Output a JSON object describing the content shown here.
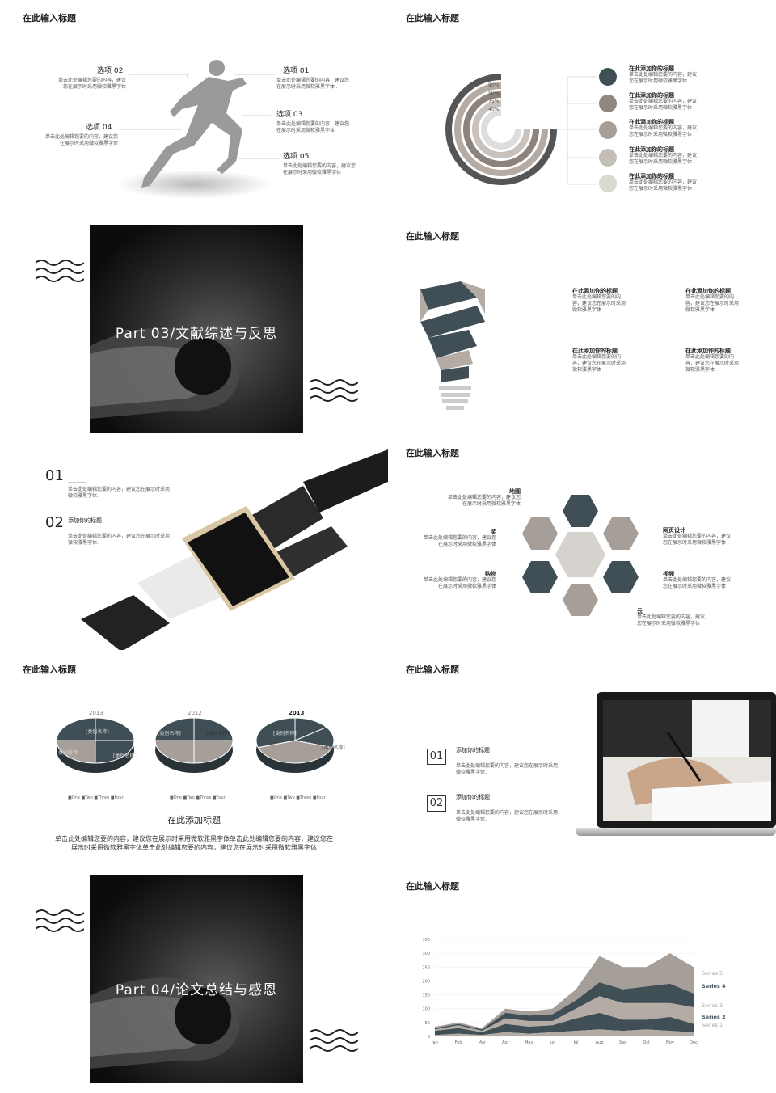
{
  "slide1": {
    "title": "在此输入标题",
    "options": [
      {
        "label": "选项 01",
        "text1": "单击此处编辑您要的内容，建议您",
        "text2": "在展示时采用微软雅黑字体 ."
      },
      {
        "label": "选项 02",
        "text1": "单击此处编辑您要的内容，建议",
        "text2": "您在展示时采用微软雅黑字体"
      },
      {
        "label": "选项 03",
        "text1": "单击此处编辑您要的内容，建议您",
        "text2": "在展示时采用微软雅黑字体"
      },
      {
        "label": "选项 04",
        "text1": "单击此处编辑您要的内容，建议您",
        "text2": "在展示时采用微软雅黑字体"
      },
      {
        "label": "选项 05",
        "text1": "单击此处编辑您要的内容，建议您",
        "text2": "在展示时采用微软雅黑字体"
      }
    ]
  },
  "slide2": {
    "title": "在此输入标题",
    "percents": [
      "70%",
      "90%",
      "50%",
      "75%",
      "40%"
    ],
    "items": [
      {
        "title": "在此添加你的标题",
        "text1": "单击此处编辑您要的内容，建议",
        "text2": "您在展示时用微软雅黑字体"
      },
      {
        "title": "在此添加你的标题",
        "text1": "单击此处编辑您要的内容，建议",
        "text2": "您在展示时采用微软雅黑字体"
      },
      {
        "title": "在此添加你的标题",
        "text1": "单击此处编辑您要的内容，建议",
        "text2": "您在展示时采用微软雅黑字体"
      },
      {
        "title": "在此添加你的标题",
        "text1": "单击此处编辑您要的内容，建议",
        "text2": "您在展示时采用微软雅黑字体"
      },
      {
        "title": "在此添加你的标题",
        "text1": "单击此处编辑您要的内容，建议",
        "text2": "您在展示时采用微软雅黑字体"
      }
    ]
  },
  "slide3": {
    "part": "Part  03/文献综述与反思"
  },
  "slide4": {
    "title": "在此输入标题",
    "blocks": [
      {
        "title": "在此添加你的标题",
        "l1": "单击此处编辑您要的内",
        "l2": "容，建议您在展示时采用",
        "l3": "微软雅黑字体"
      },
      {
        "title": "在此添加你的标题",
        "l1": "单击此处编辑您要的内",
        "l2": "容，建议您在展示时采用",
        "l3": "微软雅黑字体"
      },
      {
        "title": "在此添加你的标题",
        "l1": "单击此处编辑您要的内",
        "l2": "容，建议您在展示时采用",
        "l3": "微软雅黑字体"
      },
      {
        "title": "在此添加你的标题",
        "l1": "单击此处编辑您要的内",
        "l2": "容，建议您在展示时采用",
        "l3": "微软雅黑字体"
      }
    ]
  },
  "slide5": {
    "n1": "01",
    "t1a": "单击此处编辑您要的内容，建议您在展示时采用",
    "t1b": "微软雅黑字体.",
    "n2": "02",
    "h2": "添加你的标题",
    "t2a": "单击此处编辑您要的内容，建议您在展示时采用",
    "t2b": "微软雅黑字体."
  },
  "slide6": {
    "title": "在此输入标题",
    "items": [
      {
        "label": "地图",
        "t1": "单击此处编辑您要的内容，建议您",
        "t2": "在展示时采用微软雅黑字体"
      },
      {
        "label": "奖",
        "t1": "单击此处编辑您要的内容，建议您",
        "t2": "在展示时采用微软雅黑字体"
      },
      {
        "label": "购物",
        "t1": "单击此处编辑您要的内容，建议您",
        "t2": "在展示时采用微软雅黑字体"
      },
      {
        "label": "网页设计",
        "t1": "单击此处编辑您要的内容，建议",
        "t2": "您在展示时采用微软雅黑字体"
      },
      {
        "label": "视频",
        "t1": "单击此处编辑您要的内容，建议",
        "t2": "您在展示时采用微软雅黑字体"
      },
      {
        "label": "云",
        "t1": "单击此处编辑您要的内容，建议",
        "t2": "您在展示时采用微软雅黑字体"
      }
    ]
  },
  "slide7": {
    "title": "在此输入标题",
    "years": [
      "2013",
      "2012",
      "2013"
    ],
    "categories": [
      "[类别名称]",
      "[类别名称]",
      "[类别名称]",
      "类别名称"
    ],
    "legend": [
      "One",
      "Two",
      "Three",
      "Four"
    ],
    "subtitle": "在此添加标题",
    "body1": "单击此处编辑您要的内容，建议您在展示时采用微软雅黑字体单击此处编辑您要的内容，建议您在",
    "body2": "展示时采用微软雅黑字体单击此处编辑您要的内容，建议您在展示时采用微软雅黑字体",
    "pies": [
      {
        "values": [
          25,
          25,
          25,
          25
        ]
      },
      {
        "values": [
          25,
          25,
          25,
          25
        ]
      },
      {
        "values": [
          15,
          15,
          40,
          30
        ]
      }
    ]
  },
  "slide8": {
    "title": "在此输入标题",
    "items": [
      {
        "num": "01",
        "title": "添加你的标题",
        "t1": "单击此处编辑您要的内容，建议您在展示时采用",
        "t2": "微软雅黑字体."
      },
      {
        "num": "02",
        "title": "添加你的标题",
        "t1": "单击此处编辑您要的内容，建议您在展示时采用",
        "t2": "微软雅黑字体."
      }
    ]
  },
  "slide9": {
    "part": "Part  04/论文总结与感恩"
  },
  "slide10": {
    "title": "在此输入标题",
    "chart_data": {
      "type": "area",
      "categories": [
        "Jan",
        "Feb",
        "Mar",
        "Apr",
        "May",
        "Jun",
        "Jul",
        "Aug",
        "Sep",
        "Oct",
        "Nov",
        "Dec"
      ],
      "ylim": [
        0,
        350
      ],
      "yticks": [
        "0",
        "50",
        "100",
        "150",
        "200",
        "250",
        "300",
        "350"
      ],
      "series": [
        {
          "name": "Series 1",
          "values": [
            5,
            10,
            5,
            15,
            10,
            15,
            20,
            25,
            20,
            25,
            20,
            15
          ]
        },
        {
          "name": "Series 2",
          "values": [
            15,
            20,
            10,
            30,
            25,
            25,
            45,
            60,
            40,
            35,
            50,
            30
          ]
        },
        {
          "name": "Series 3",
          "values": [
            5,
            10,
            5,
            20,
            20,
            15,
            35,
            60,
            60,
            60,
            50,
            60
          ]
        },
        {
          "name": "Series 4",
          "values": [
            5,
            5,
            5,
            20,
            20,
            25,
            30,
            50,
            50,
            60,
            70,
            50
          ]
        },
        {
          "name": "Series 5",
          "values": [
            5,
            5,
            5,
            15,
            15,
            20,
            40,
            95,
            80,
            70,
            110,
            95
          ]
        }
      ],
      "legend_position": "right"
    }
  }
}
